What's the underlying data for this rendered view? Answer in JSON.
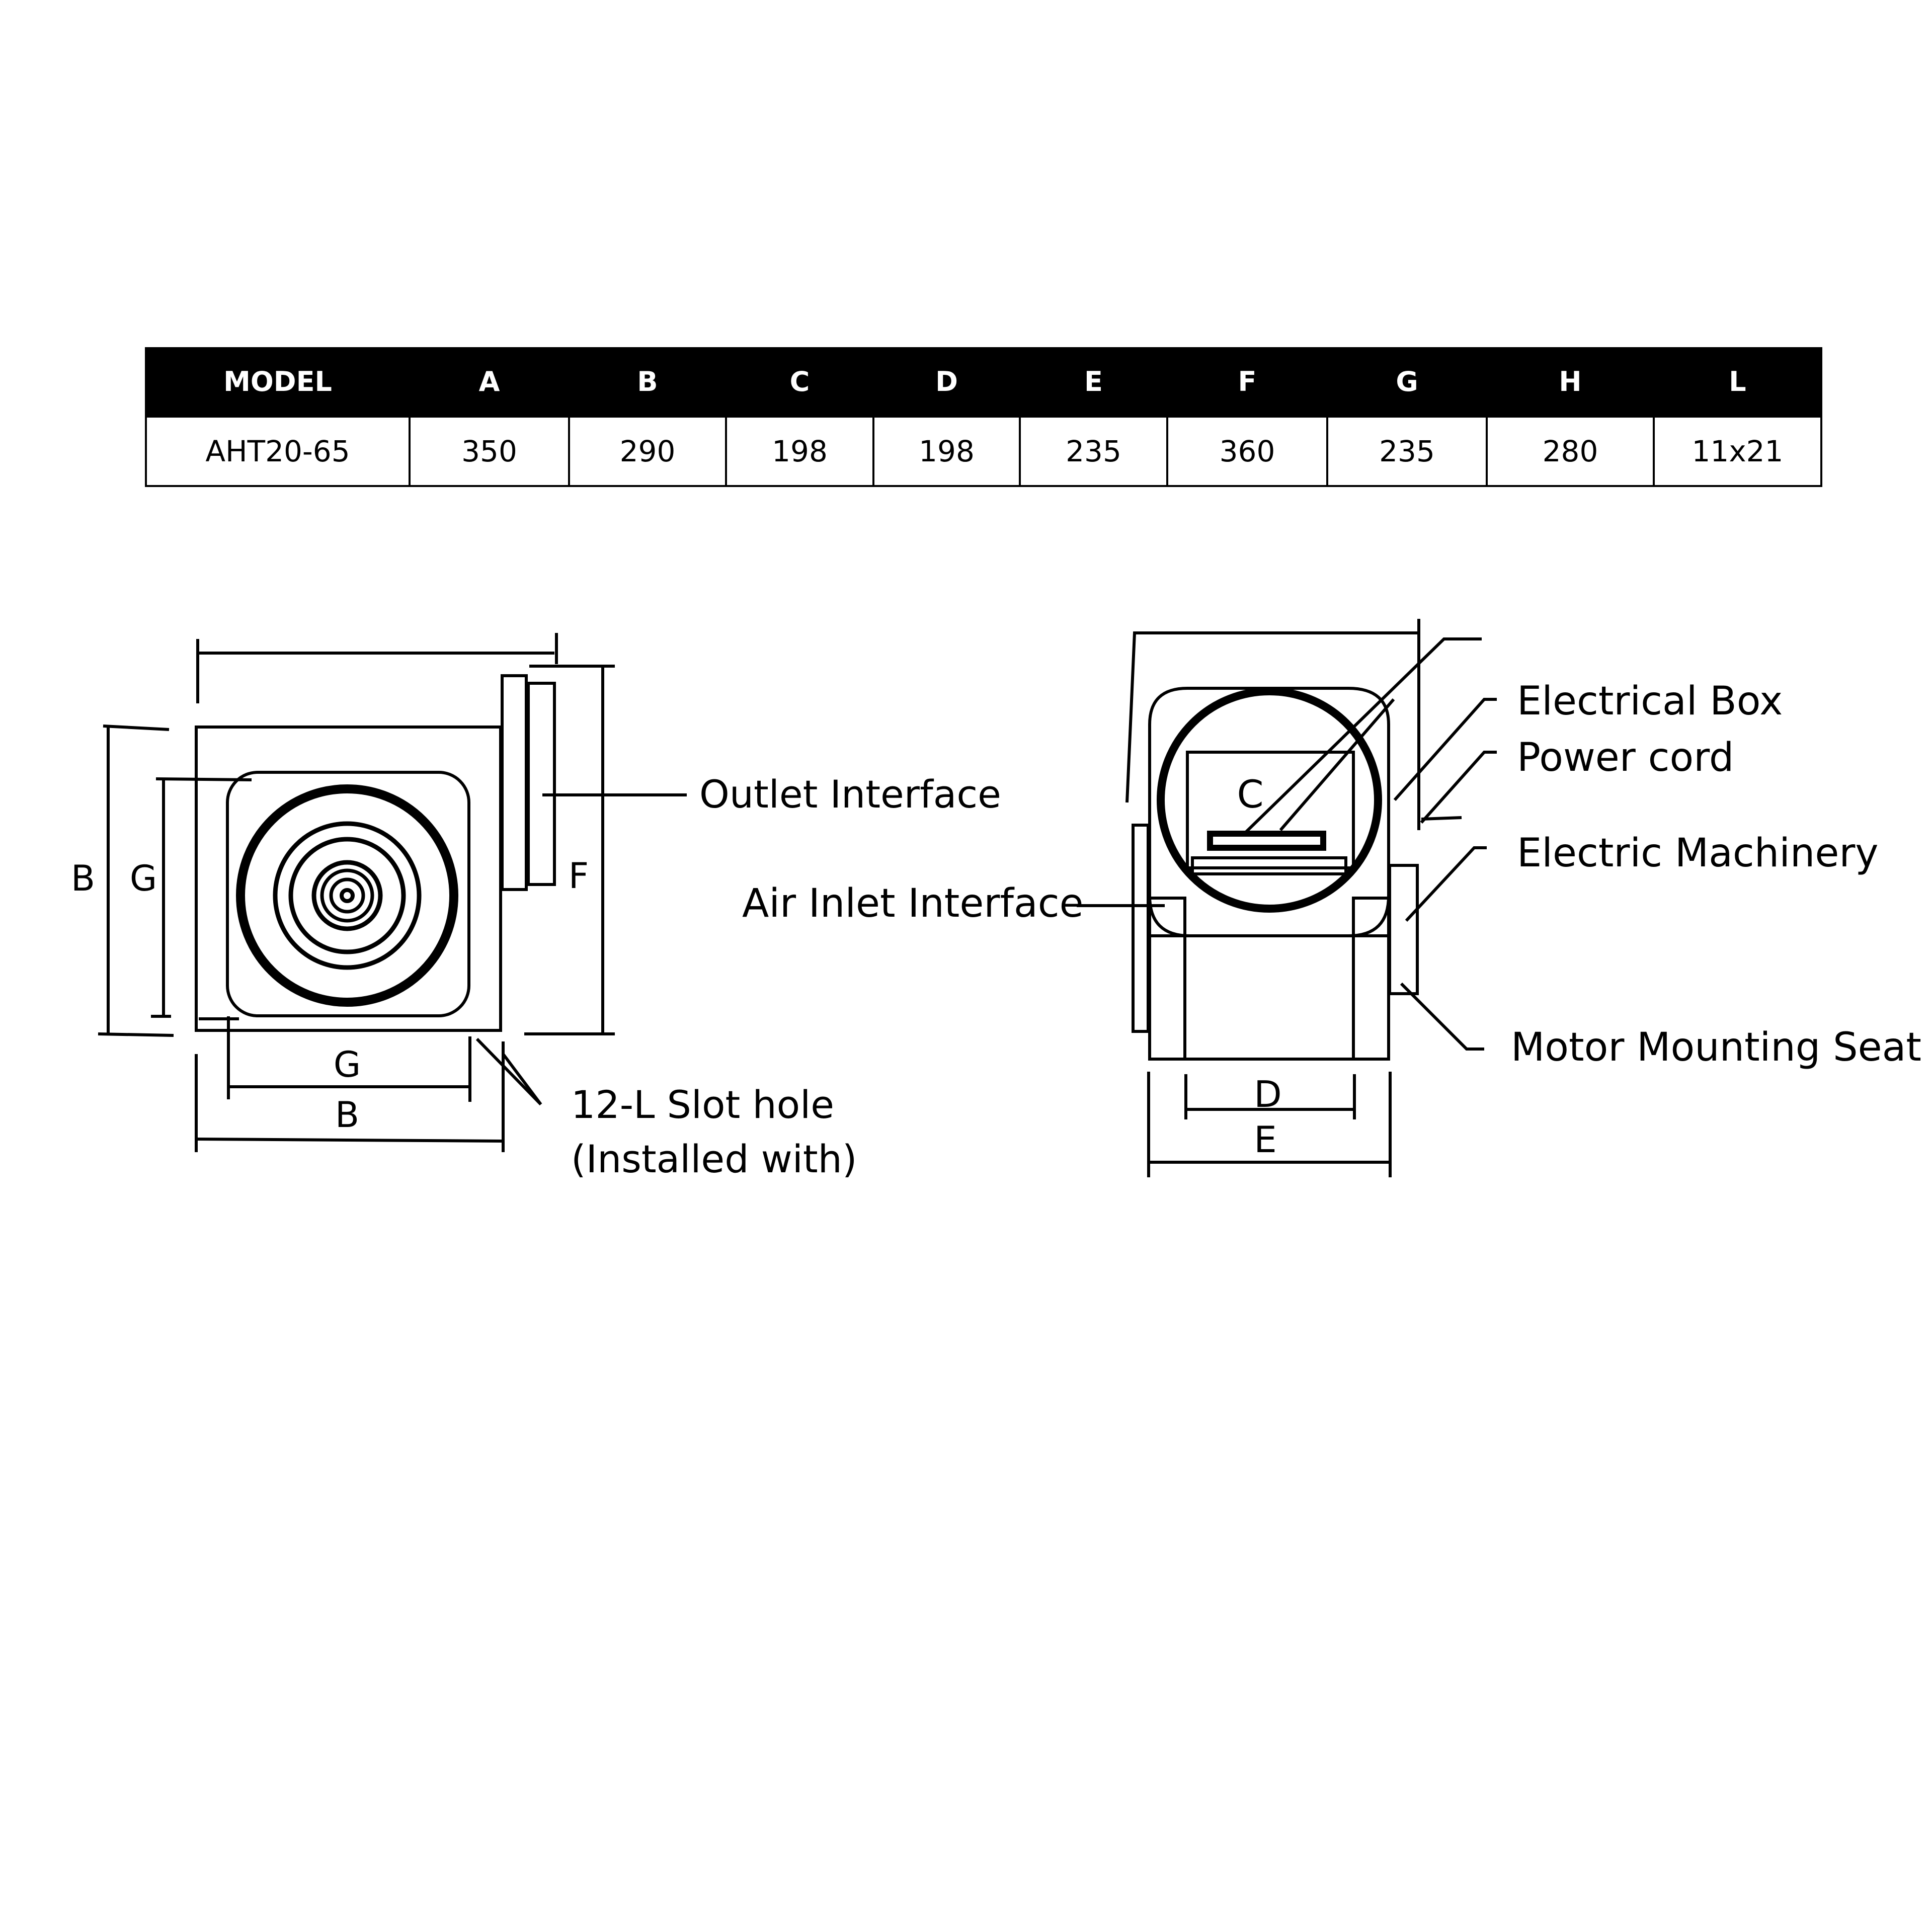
{
  "table": {
    "headers": [
      "MODEL",
      "A",
      "B",
      "C",
      "D",
      "E",
      "F",
      "G",
      "H",
      "L"
    ],
    "rows": [
      [
        "AHT20-65",
        "350",
        "290",
        "198",
        "198",
        "235",
        "360",
        "235",
        "280",
        "11x21"
      ]
    ]
  },
  "front_view": {
    "dim_B_left": "B",
    "dim_G_left": "G",
    "dim_F": "F",
    "dim_G_bottom": "G",
    "dim_B_bottom": "B",
    "outlet_label": "Outlet Interface",
    "slot_label_line1": "12-L Slot hole",
    "slot_label_line2": "(Installed with)"
  },
  "side_view": {
    "dim_C": "C",
    "dim_D": "D",
    "dim_E": "E",
    "electrical_box_label": "Electrical Box",
    "power_cord_label": "Power cord",
    "electric_machinery_label": "Electric Machinery",
    "air_inlet_label": "Air Inlet Interface",
    "motor_seat_label": "Motor Mounting Seat"
  }
}
